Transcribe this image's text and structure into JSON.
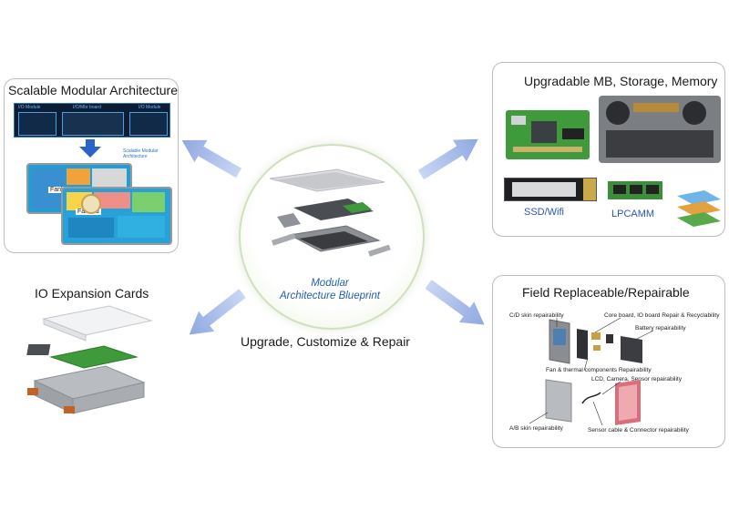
{
  "center": {
    "caption_line1": "Modular",
    "caption_line2": "Architecture Blueprint",
    "subtitle": "Upgrade, Customize & Repair"
  },
  "panels": {
    "scalable": {
      "title": "Scalable Modular Architecture",
      "labels": {
        "left_module": "I/O Module",
        "mid_module": "I/O/Mbr board",
        "right_module": "I/O Module",
        "scalable": "Scalable Modular",
        "scalable2": "Architecture",
        "fanless": "Fanless",
        "fanned": "Fanned"
      }
    },
    "io_expansion": {
      "title": "IO Expansion Cards"
    },
    "upgradable": {
      "title": "Upgradable MB, Storage, Memory",
      "ssd_label": "SSD/Wifi",
      "lpcamm_label": "LPCAMM"
    },
    "field": {
      "title": "Field Replaceable/Repairable",
      "callouts": {
        "cd_skin": "C/D skin  repairability",
        "core_board": "Core board, IO board Repair & Recyclability",
        "battery": "Battery  repairability",
        "fan_thermal": "Fan & thermal components  Repairability",
        "lcd_camera": "LCD, Camera, Sensor  repairability",
        "ab_skin": "A/B skin  repairability",
        "sensor_cable": "Sensor cable & Connector repairability"
      }
    }
  },
  "colors": {
    "arrow": "#9db3e6",
    "caption": "#1f5fb7",
    "panel_border": "#b9bcc4",
    "circle_border": "#cfe0bd",
    "pcb_green": "#3f9a3b"
  }
}
